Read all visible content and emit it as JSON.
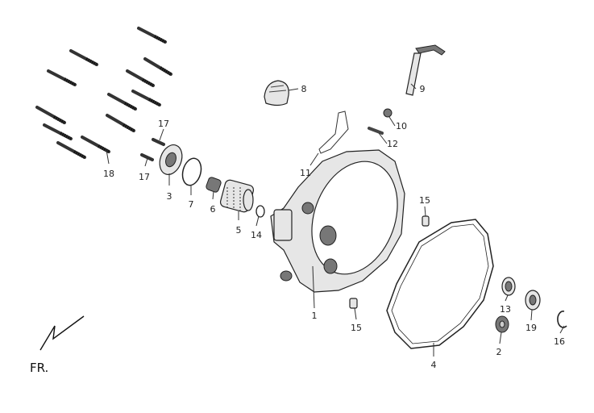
{
  "diagram": {
    "orientation_label": "FR.",
    "part_numbers": {
      "p1": "1",
      "p2": "2",
      "p3": "3",
      "p4": "4",
      "p5": "5",
      "p6": "6",
      "p7": "7",
      "p8": "8",
      "p9": "9",
      "p10": "10",
      "p11": "11",
      "p12": "12",
      "p13": "13",
      "p14": "14",
      "p15a": "15",
      "p15b": "15",
      "p16": "16",
      "p17a": "17",
      "p17b": "17",
      "p18": "18",
      "p19": "19"
    }
  }
}
